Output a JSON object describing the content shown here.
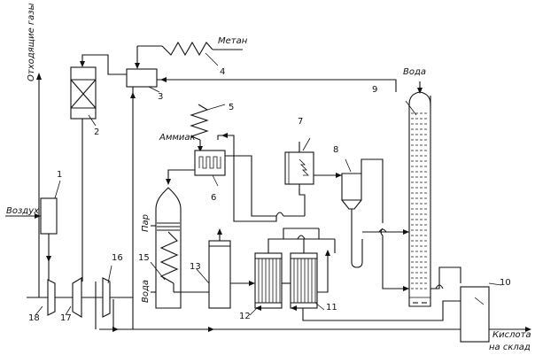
{
  "labels": {
    "off_gases": "Отходящие газы",
    "methane": "Метан",
    "air": "Воздух",
    "ammonia": "Аммиак",
    "water_top": "Вода",
    "steam": "Пар",
    "water_left": "Вода",
    "acid_line1": "Кислота",
    "acid_line2": "на склад"
  },
  "numbers": {
    "n1": "1",
    "n2": "2",
    "n3": "3",
    "n4": "4",
    "n5": "5",
    "n6": "6",
    "n7": "7",
    "n8": "8",
    "n9": "9",
    "n10": "10",
    "n11": "11",
    "n12": "12",
    "n13": "13",
    "n15": "15",
    "n16": "16",
    "n17": "17",
    "n18": "18"
  }
}
